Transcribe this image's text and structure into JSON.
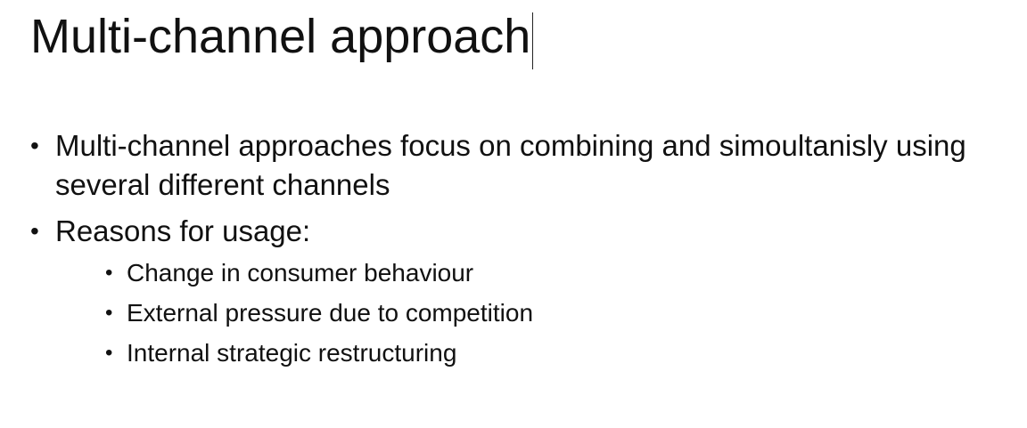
{
  "slide": {
    "title": "Multi-channel approach",
    "bullets": [
      {
        "text": "Multi-channel approaches focus on combining and simoultanisly using several different channels"
      },
      {
        "text": "Reasons for usage:",
        "sub": [
          "Change in consumer behaviour",
          "External pressure due to competition",
          "Internal strategic restructuring"
        ]
      }
    ],
    "bullet_glyph": "•"
  }
}
